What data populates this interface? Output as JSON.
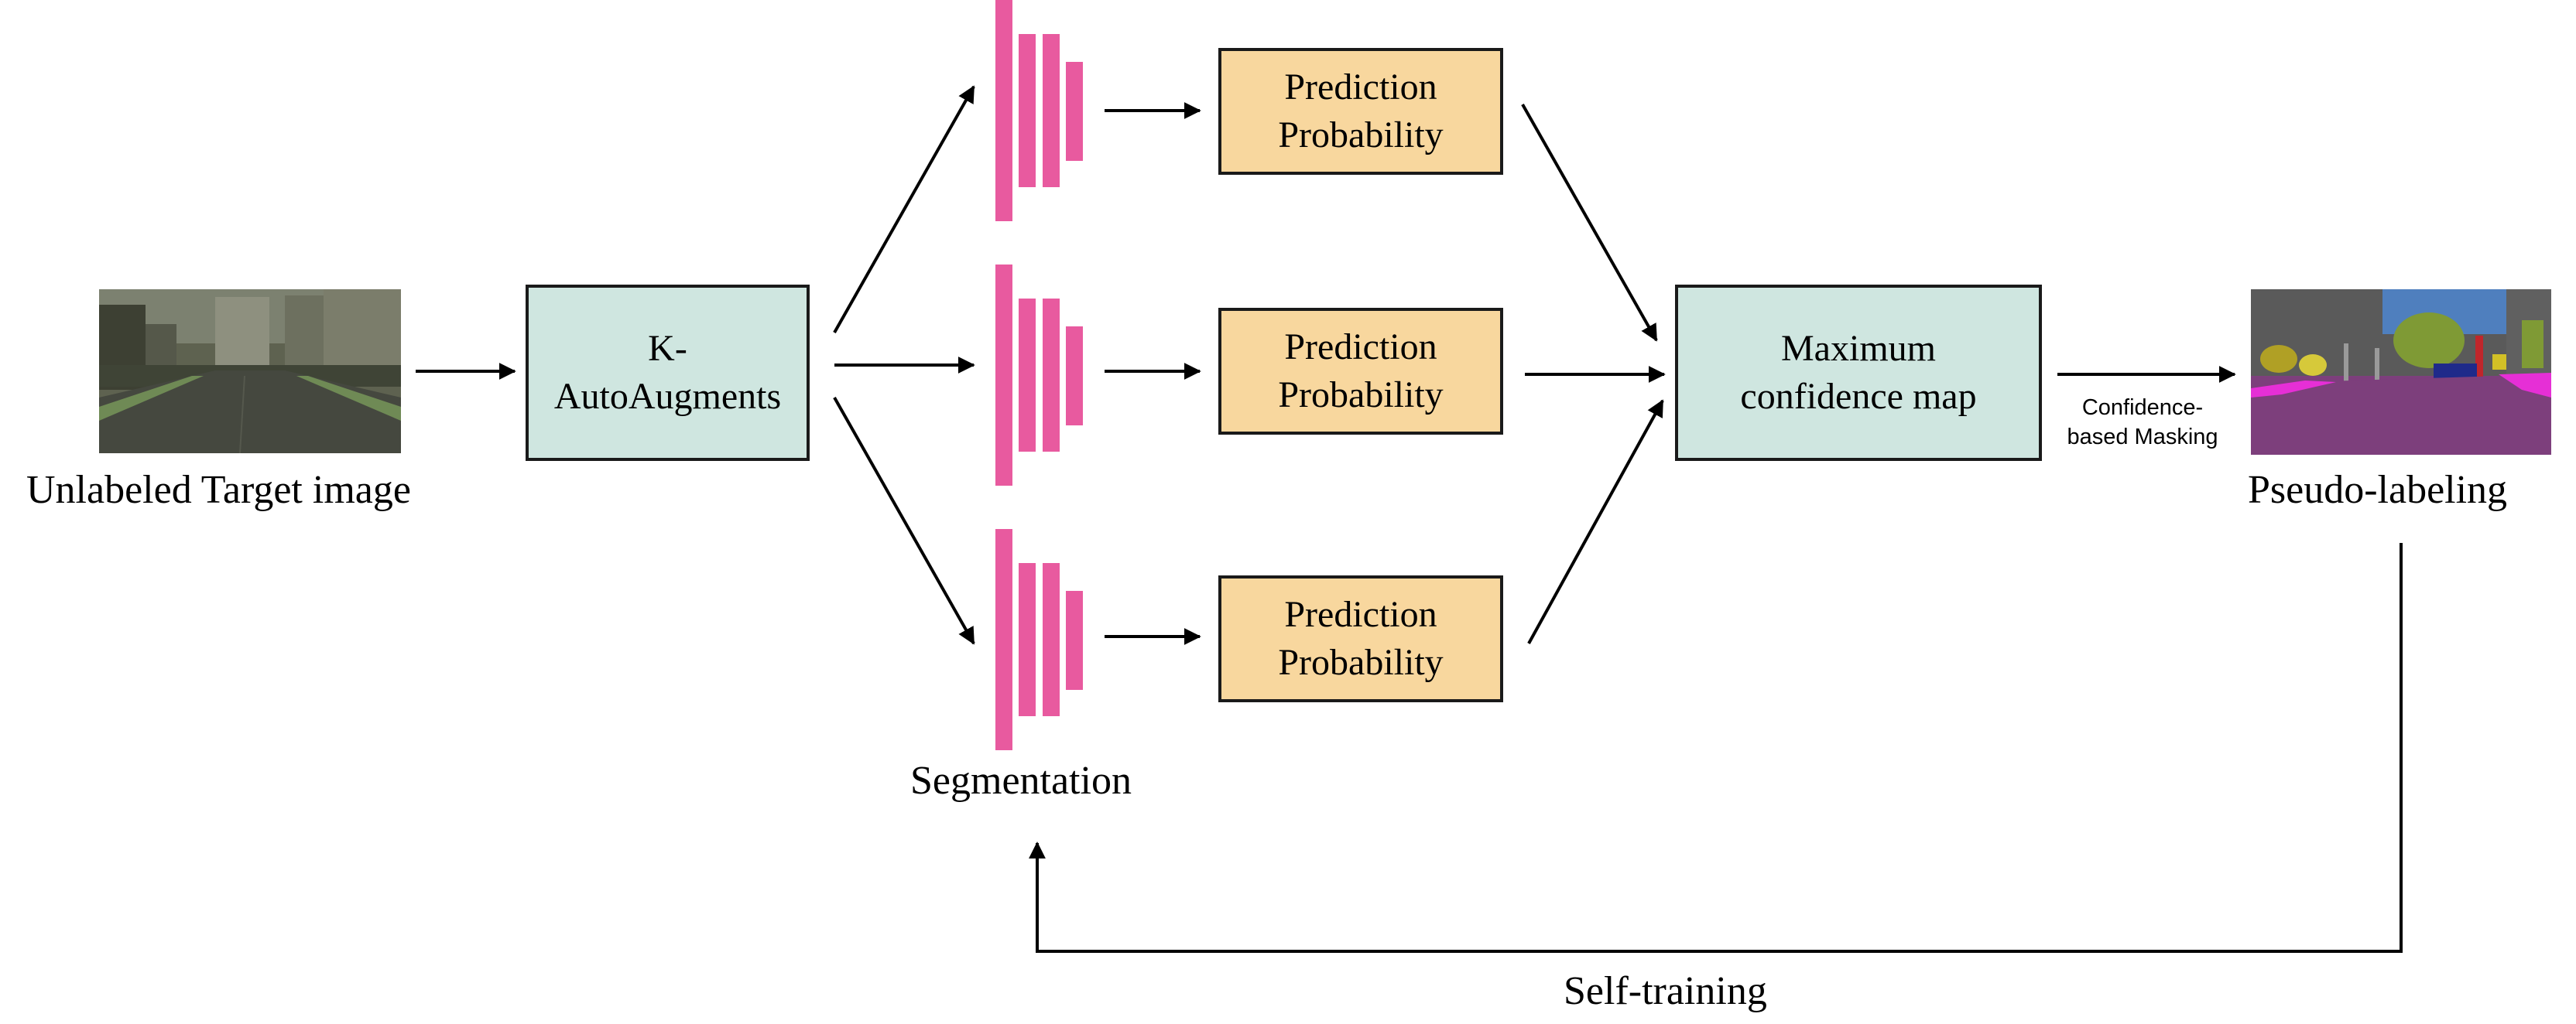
{
  "input": {
    "caption": "Unlabeled Target image"
  },
  "augment": {
    "line1": "K-",
    "line2": "AutoAugments"
  },
  "segmentation": {
    "caption": "Segmentation"
  },
  "predictions": [
    {
      "line1": "Prediction",
      "line2": "Probability"
    },
    {
      "line1": "Prediction",
      "line2": "Probability"
    },
    {
      "line1": "Prediction",
      "line2": "Probability"
    }
  ],
  "max_conf": {
    "line1": "Maximum",
    "line2": "confidence map"
  },
  "masking": {
    "line1": "Confidence-",
    "line2": "based Masking"
  },
  "output": {
    "caption": "Pseudo-labeling"
  },
  "feedback": {
    "caption": "Self-training"
  },
  "colors": {
    "box_teal": "#cfe6e0",
    "box_orange": "#f8d79e",
    "segmentation_bar": "#e85a9f",
    "seg_map_road": "#7d3f7c",
    "seg_map_sky": "#4f7fbe",
    "seg_map_building": "#5a5a5a",
    "seg_map_vegetation": "#7f9a35"
  }
}
